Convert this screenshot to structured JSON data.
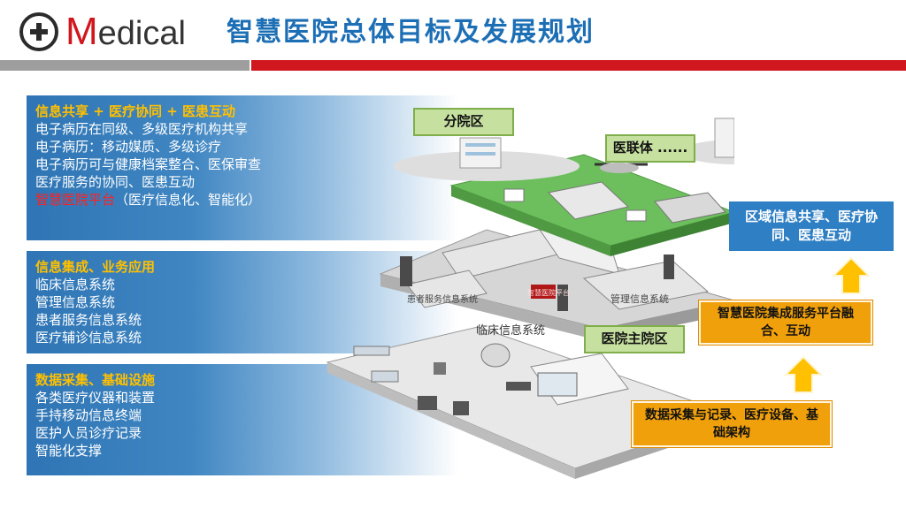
{
  "header": {
    "brand_initial": "M",
    "brand_rest": "edical",
    "title": "智慧医院总体目标及发展规划"
  },
  "panels": [
    {
      "heading": "信息共享 + 医疗协同 + 医患互动",
      "lines": [
        "电子病历在同级、多级医疗机构共享",
        "电子病历：移动媒质、多级诊疗",
        "电子病历可与健康档案整合、医保审查",
        "医疗服务的协同、医患互动"
      ],
      "highlight": "智慧医院平台",
      "highlight_suffix": "（医疗信息化、智能化）"
    },
    {
      "heading": "信息集成、业务应用",
      "lines": [
        "临床信息系统",
        "管理信息系统",
        "患者服务信息系统",
        "医疗辅诊信息系统"
      ]
    },
    {
      "heading": "数据采集、基础设施",
      "lines": [
        "各类医疗仪器和装置",
        "手持移动信息终端",
        "医护人员诊疗记录",
        "智能化支撑"
      ]
    }
  ],
  "scene": {
    "branch_label": "分院区",
    "alliance_label": "医联体 ......",
    "main_label": "医院主院区",
    "floor_labels": {
      "clinical": "临床信息系统",
      "patient": "患者服务信息系统",
      "mgmt": "管理信息系统",
      "platform": "智慧医院平台"
    }
  },
  "callouts": {
    "regional": "区域信息共享、医疗协同、医患互动",
    "platform": "智慧医院集成服务平台融合、互动",
    "data": "数据采集与记录、医疗设备、基础架构"
  },
  "colors": {
    "brand_red": "#d0171d",
    "title_blue": "#1d6fb5",
    "heading_yellow": "#ffc000",
    "callout_orange": "#f0a00a",
    "callout_blue": "#2f7fc4",
    "tag_green": "#c6e0a0"
  }
}
